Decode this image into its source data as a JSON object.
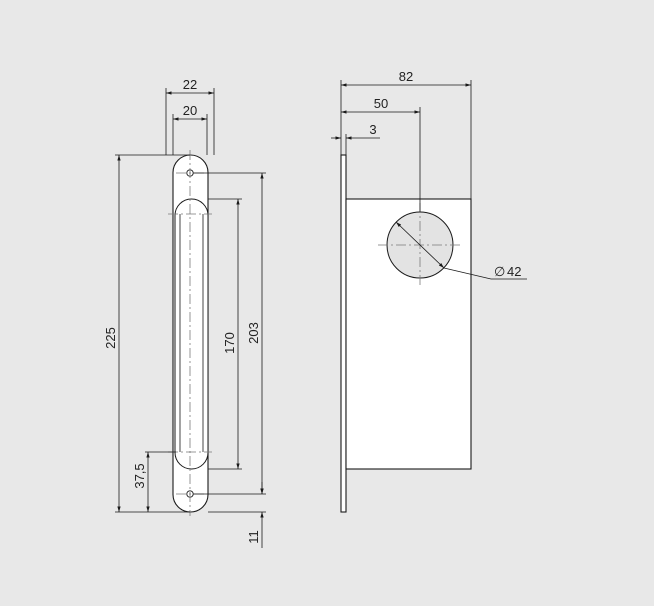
{
  "colors": {
    "background": "#e8e8e8",
    "line": "#1a1a1a",
    "part_fill": "#ffffff",
    "hole_fill": "#e3e3e3",
    "centerline": "#7a7a7a"
  },
  "handle_view": {
    "dim_outer_width": "22",
    "dim_inner_width": "20",
    "dim_total_length": "225",
    "dim_hole_spacing": "203",
    "dim_grip_length": "170",
    "dim_hole_offset": "37,5",
    "dim_end_offset": "11"
  },
  "plate_view": {
    "dim_plate_width": "82",
    "dim_hole_center": "50",
    "dim_thickness": "3",
    "diameter_symbol": "∅",
    "dim_hole_diameter": "42"
  }
}
